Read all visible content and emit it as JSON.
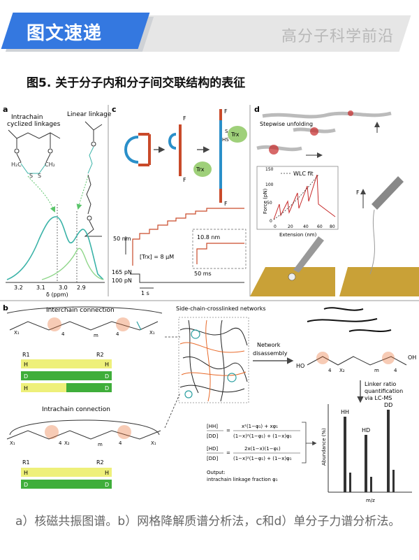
{
  "banner": {
    "title": "图文速递",
    "right_text": "高分子科学前沿"
  },
  "figure_title": "图5. 关于分子内和分子间交联结构的表征",
  "caption": "a）核磁共振图谱。b）网格降解质谱分析法，c和d）单分子力谱分析法。",
  "panel_a": {
    "label": "a",
    "left_title_1": "Intrachain",
    "left_title_2": "cyclized linkages",
    "right_title": "Linear linkage",
    "x_ticks": [
      "3.2",
      "3.1",
      "3.0",
      "2.9"
    ],
    "xlabel": "δ (ppm)",
    "atom_h2c": "H₂C",
    "atom_s1": "S",
    "atom_s2": "S",
    "atom_ch2": "CH₂",
    "colors": {
      "primary": "#3bb3a8",
      "secondary": "#8fd68a",
      "dashed": "#5ac46a"
    }
  },
  "panel_c": {
    "label": "c",
    "F": "F",
    "trx": "Trx",
    "s": "S",
    "hs": "HS",
    "dash": "–",
    "scale_y": "50 nm",
    "conc": "[Trx] = 8 μM",
    "step": "10.8 nm",
    "scale_t": "50 ms",
    "force_hi": "165 pN",
    "force_lo": "100 pN",
    "scale_s": "1 s",
    "colors": {
      "trace": "#c94a2a",
      "protein": "#2a8fc9",
      "trx": "#9fd07a"
    }
  },
  "panel_d": {
    "label": "d",
    "stepwise": "Stepwise unfolding",
    "wlc": "WLC fit",
    "ylabel": "Force (pN)",
    "xlabel": "Extension (nm)",
    "y_ticks": [
      "0",
      "50",
      "100",
      "150"
    ],
    "x_ticks": [
      "0",
      "20",
      "40",
      "60",
      "80"
    ],
    "F": "F",
    "colors": {
      "trace": "#c62828",
      "surface": "#c9a137"
    }
  },
  "panel_b": {
    "label": "b",
    "interchain": "Interchain connection",
    "intrachain": "Intrachain connection",
    "network_title": "Side-chain-crosslinked networks",
    "network_arrow_1": "Network",
    "network_arrow_2": "disassembly",
    "linker_1": "Linker ratio",
    "linker_2": "quantification",
    "linker_3": "via LC-MS",
    "r1": "R1",
    "r2": "R2",
    "rows_top": [
      [
        "H",
        "H"
      ],
      [
        "D",
        "D"
      ],
      [
        "H",
        "D"
      ]
    ],
    "rows_bottom": [
      [
        "H",
        "H"
      ],
      [
        "D",
        "D"
      ]
    ],
    "eq_hh_num": "x²(1−φ₁) + xφ₁",
    "eq_hh_den": "(1−x)²(1−φ₁) + (1−x)φ₁",
    "eq_hh_lab_top": "[HH]",
    "eq_hh_lab_bot": "[DD]",
    "eq_hd_num": "2x(1−x)(1−φ₁)",
    "eq_hd_den": "(1−x)²(1−φ₁) + (1−x)φ₁",
    "eq_hd_lab_top": "[HD]",
    "eq_hd_lab_bot": "[DD]",
    "output_1": "Output:",
    "output_2": "intrachain linkage fraction φ₁",
    "ms_hh": "HH",
    "ms_hd": "HD",
    "ms_dd": "DD",
    "ms_ylabel": "Abundance (%)",
    "ms_xlabel": "m/z",
    "ho": "HO",
    "oh": "OH",
    "x1": "X₁",
    "x2": "X₂",
    "m": "m",
    "four": "4",
    "colors": {
      "yellow": "#eef07a",
      "green": "#3fae3a",
      "orange": "#e86a2a",
      "teal": "#2a9fa0"
    }
  }
}
